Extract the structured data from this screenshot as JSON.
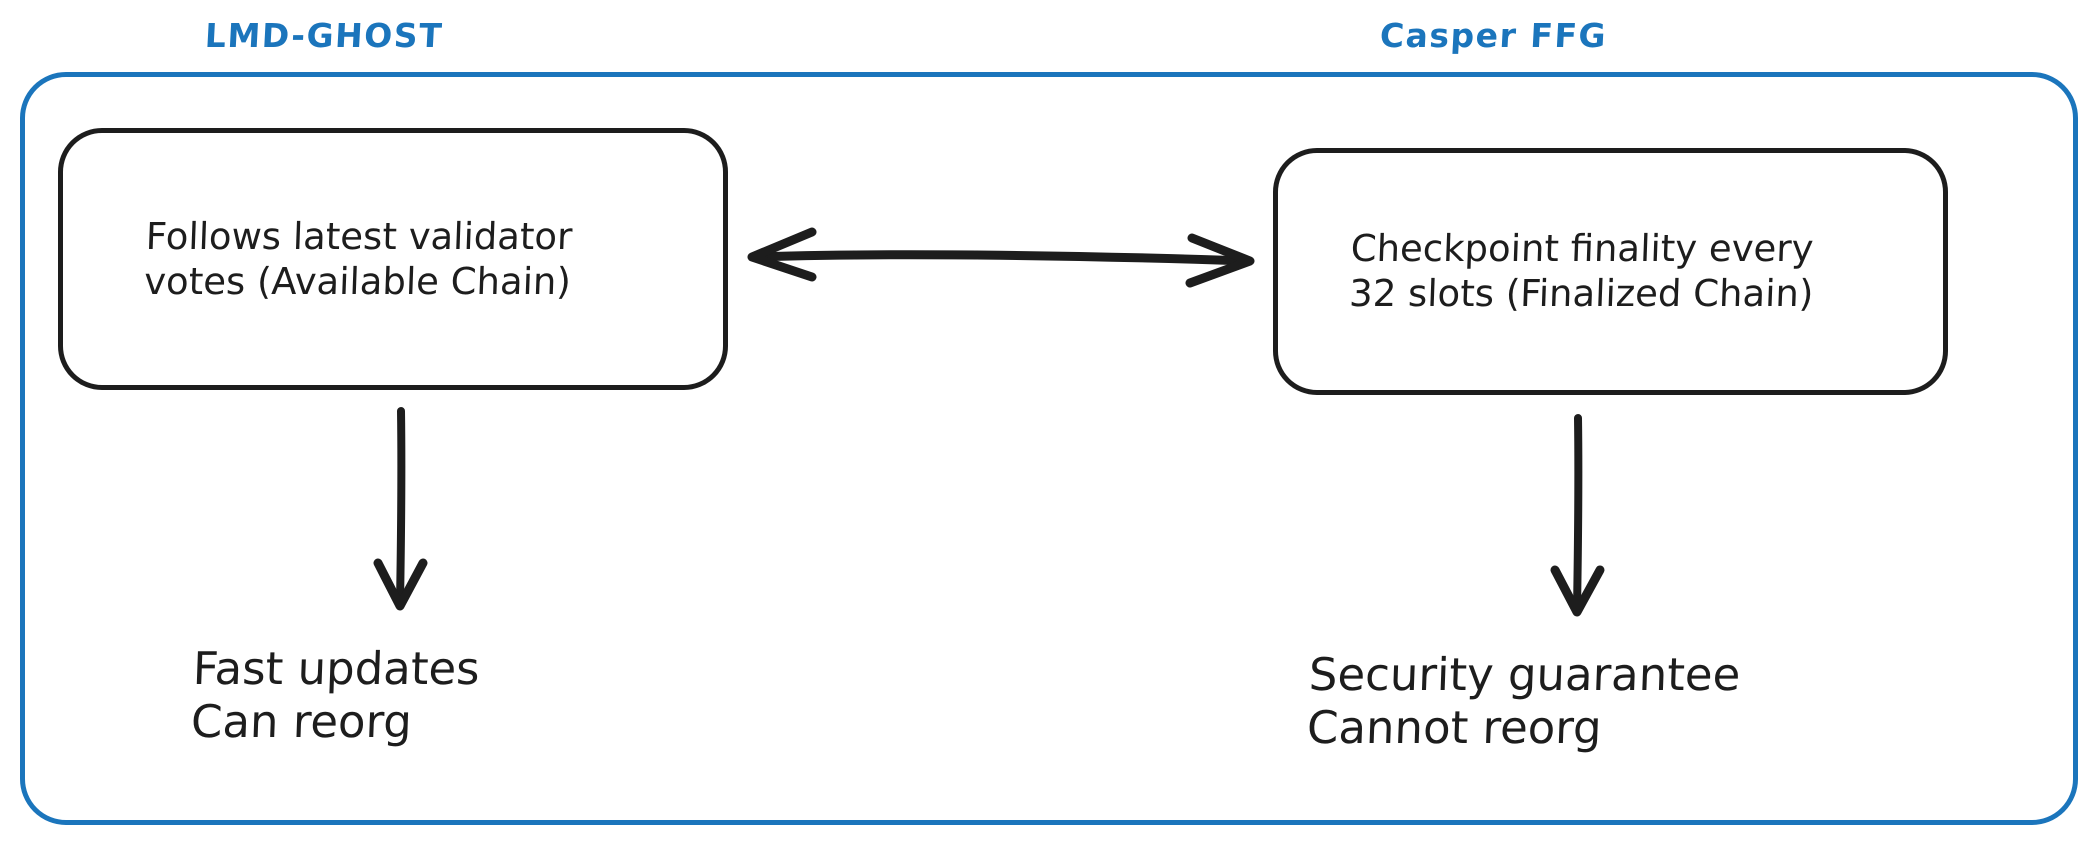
{
  "diagram": {
    "title_left": "LMD-GHOST",
    "title_right": "Casper FFG",
    "brand_color": "#1b75bc",
    "ink_color": "#1d1d1d",
    "background_color": "#ffffff"
  },
  "nodes": {
    "left": {
      "text": "Follows latest validator\nvotes (Available Chain)",
      "line1": "Follows latest validator",
      "line2": "votes (Available Chain)"
    },
    "right": {
      "text": "Checkpoint finality every\n32 slots (Finalized Chain)",
      "line1": "Checkpoint finality every",
      "line2": "32 slots (Finalized Chain)"
    }
  },
  "outcomes": {
    "left": {
      "text": "Fast updates\nCan reorg",
      "line1": "Fast updates",
      "line2": "Can reorg"
    },
    "right": {
      "text": "Security guarantee\nCannot reorg",
      "line1": "Security guarantee",
      "line2": "Cannot reorg"
    }
  },
  "connectors": {
    "horizontal": {
      "name": "bidirectional-arrow",
      "direction": "both",
      "from": "left-node",
      "to": "right-node"
    },
    "left_vertical": {
      "name": "down-arrow",
      "direction": "down",
      "from": "left-node",
      "to": "left-outcome"
    },
    "right_vertical": {
      "name": "down-arrow",
      "direction": "down",
      "from": "right-node",
      "to": "right-outcome"
    }
  }
}
